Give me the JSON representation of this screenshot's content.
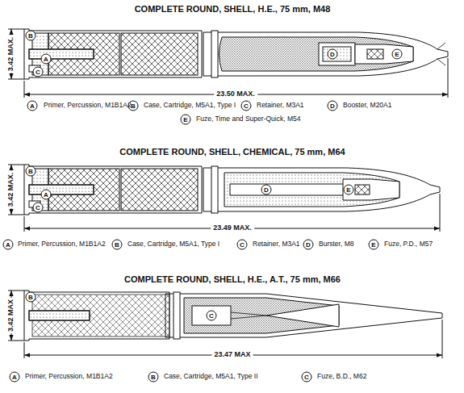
{
  "diagram": {
    "nodes": [
      {
        "text": [
          "B"
        ]
      },
      {
        "text": [
          "A"
        ]
      },
      {
        "text": [
          "C"
        ]
      },
      {
        "text": [
          "D"
        ]
      },
      {
        "text": [
          "E"
        ]
      },
      {
        "text": [
          "A"
        ]
      },
      {
        "text": [
          "B"
        ]
      },
      {
        "text": [
          "C"
        ]
      },
      {
        "text": [
          "D"
        ]
      },
      {
        "text": [
          "E"
        ]
      },
      {
        "text": [
          "B"
        ]
      },
      {
        "text": [
          "A"
        ]
      },
      {
        "text": [
          "C"
        ]
      },
      {
        "text": [
          "D"
        ]
      },
      {
        "text": [
          "E"
        ]
      },
      {
        "text": [
          "A"
        ]
      },
      {
        "text": [
          "B"
        ]
      },
      {
        "text": [
          "C"
        ]
      },
      {
        "text": [
          "D"
        ]
      },
      {
        "text": [
          "E"
        ]
      },
      {
        "text": [
          "B"
        ]
      },
      {
        "text": [
          "C"
        ]
      },
      {
        "text": [
          "A"
        ]
      },
      {
        "text": [
          "B"
        ]
      },
      {
        "text": [
          "C"
        ]
      }
    ],
    "labels": [
      "COMPLETE ROUND, SHELL, H.E., 75 mm, M48",
      "3.42 MAX.",
      "23.50 MAX.",
      "Primer, Percussion, M1B1A2",
      "Case, Cartridge, M5A1, Type I",
      "Retainer, M3A1",
      "Booster, M20A1",
      "Fuze, Time and Super-Quick, M54",
      "COMPLETE ROUND, SHELL, CHEMICAL, 75 mm, M64",
      "3.42 MAX.",
      "23.49 MAX.",
      "Primer, Percussion, M1B1A2",
      "Case, Cartridge, M5A1, Type I",
      "Retainer, M3A1",
      "Burster, M8",
      "Fuze, P.D., M57",
      "COMPLETE ROUND, SHELL, H.E., A.T., 75 mm, M66",
      "3.42 MAX",
      "23.47 MAX",
      "Primer, Percussion, M1B1A2",
      "Case, Cartridge, M5A1, Type II",
      "Fuze, B.D., M62"
    ]
  }
}
